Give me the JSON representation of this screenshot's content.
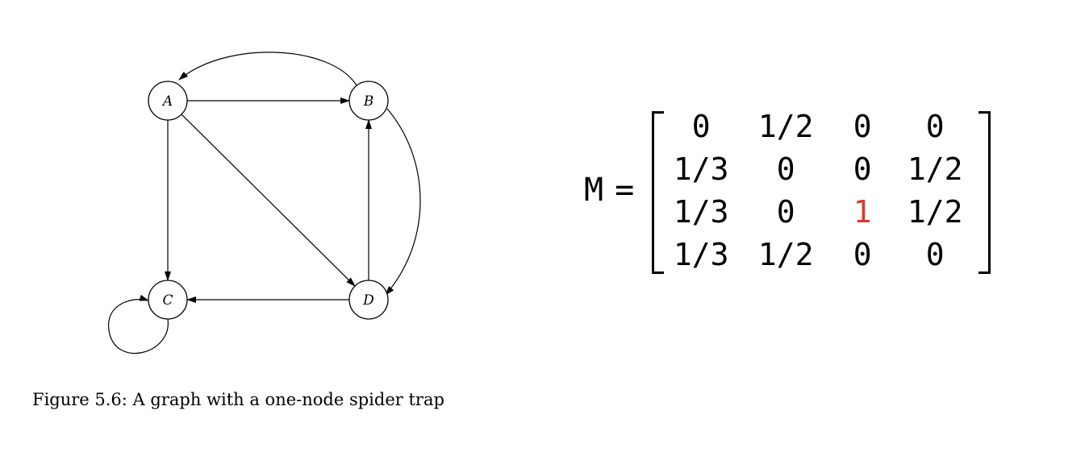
{
  "graph": {
    "nodes": [
      {
        "id": "A",
        "label": "A"
      },
      {
        "id": "B",
        "label": "B"
      },
      {
        "id": "C",
        "label": "C"
      },
      {
        "id": "D",
        "label": "D"
      }
    ],
    "edges": [
      {
        "from": "A",
        "to": "B"
      },
      {
        "from": "A",
        "to": "C"
      },
      {
        "from": "A",
        "to": "D"
      },
      {
        "from": "B",
        "to": "A"
      },
      {
        "from": "B",
        "to": "D"
      },
      {
        "from": "C",
        "to": "C"
      },
      {
        "from": "D",
        "to": "B"
      },
      {
        "from": "D",
        "to": "C"
      }
    ]
  },
  "caption": "Figure 5.6: A graph with a one-node spider trap",
  "matrix": {
    "name": "M",
    "equals": "=",
    "rows": [
      [
        "0",
        "1/2",
        "0",
        "0"
      ],
      [
        "1/3",
        "0",
        "0",
        "1/2"
      ],
      [
        "1/3",
        "0",
        "1",
        "1/2"
      ],
      [
        "1/3",
        "1/2",
        "0",
        "0"
      ]
    ],
    "highlight_color": "#d93a2b"
  }
}
